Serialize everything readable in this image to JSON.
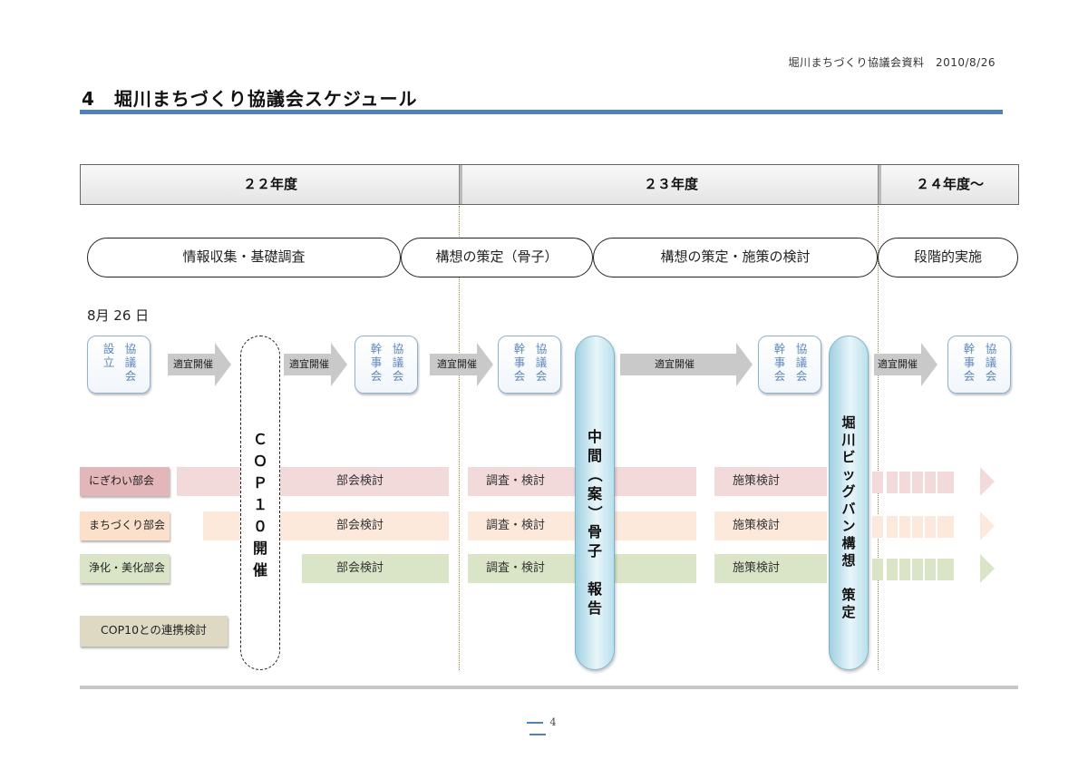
{
  "header": {
    "meta": "堀川まちづくり協議会資料　2010/8/26",
    "title": "4　堀川まちづくり協議会スケジュール"
  },
  "years": [
    "２２年度",
    "２３年度",
    "２４年度〜"
  ],
  "phases": [
    "情報収集・基礎調査",
    "構想の策定（骨子）",
    "構想の策定・施策の検討",
    "段階的実施"
  ],
  "date_label": "8月 26 日",
  "meetings": [
    {
      "columns": [
        "設立",
        "協議会"
      ]
    },
    {
      "columns": [
        "幹事会",
        "協議会"
      ]
    },
    {
      "columns": [
        "幹事会",
        "協議会"
      ]
    },
    {
      "columns": [
        "幹事会",
        "協議会"
      ]
    },
    {
      "columns": [
        "幹事会",
        "協議会"
      ]
    }
  ],
  "arrow_label": "適宜開催",
  "milestones": {
    "cop10": "ＣＯＰ１０開催",
    "interim": "中間（案）骨子　報告",
    "bigbang": "堀川ビッグバン構想　策定"
  },
  "subcommittees": [
    {
      "name": "にぎわい部会",
      "color": "#e3b6b9",
      "band_color": "#f2d9da",
      "tasks": [
        "部会検討",
        "調査・検討",
        "施策検討"
      ]
    },
    {
      "name": "まちづくり部会",
      "color": "#fbe0cc",
      "band_color": "#fde9dc",
      "tasks": [
        "部会検討",
        "調査・検討",
        "施策検討"
      ]
    },
    {
      "name": "浄化・美化部会",
      "color": "#d9e5c6",
      "band_color": "#dfe9cf",
      "tasks": [
        "部会検討",
        "調査・検討",
        "施策検討"
      ]
    }
  ],
  "cop_link": {
    "name": "COP10との連携検討",
    "color": "#ddd9c3"
  },
  "page_number": "4",
  "colors": {
    "accent": "#4f81bd",
    "meeting_text": "#5c87c2",
    "milestone_blue": "#9fd0e0"
  }
}
